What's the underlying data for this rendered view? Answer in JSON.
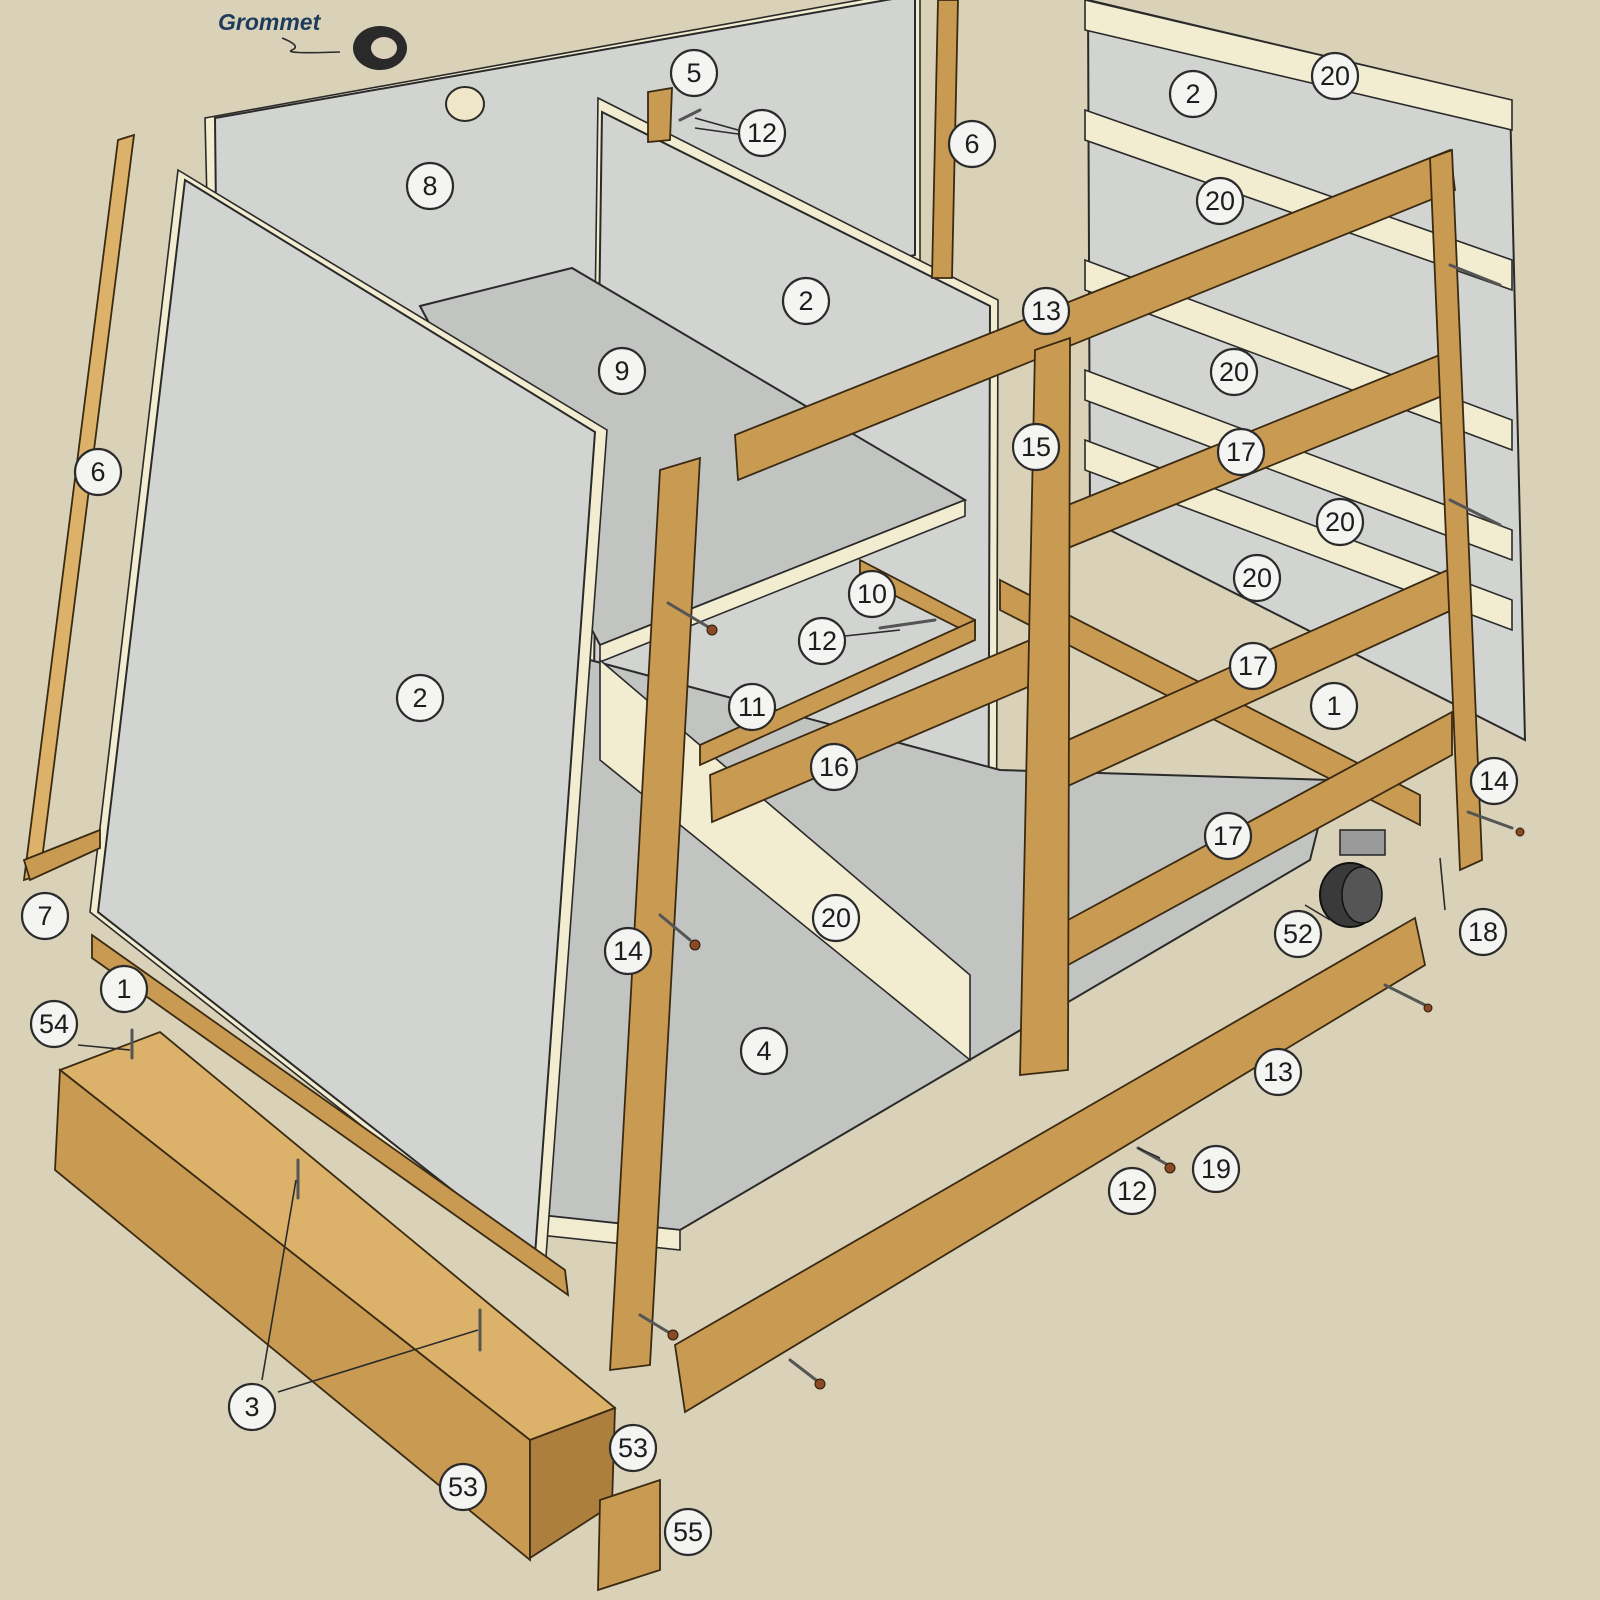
{
  "labels": {
    "grommet": "Grommet"
  },
  "colors": {
    "page_background": "#d9d2b8",
    "panel": "#d2d4d2",
    "wood": "#c99a52",
    "grommet_label": "#1e3b5c"
  },
  "callouts": [
    {
      "id": "c5",
      "text": "5"
    },
    {
      "id": "c12a",
      "text": "12"
    },
    {
      "id": "c6a",
      "text": "6"
    },
    {
      "id": "c8",
      "text": "8"
    },
    {
      "id": "c2a",
      "text": "2"
    },
    {
      "id": "c20a",
      "text": "20"
    },
    {
      "id": "c20b",
      "text": "20"
    },
    {
      "id": "c2b",
      "text": "2"
    },
    {
      "id": "c13a",
      "text": "13"
    },
    {
      "id": "c9",
      "text": "9"
    },
    {
      "id": "c6b",
      "text": "6"
    },
    {
      "id": "c15",
      "text": "15"
    },
    {
      "id": "c20c",
      "text": "20"
    },
    {
      "id": "c17a",
      "text": "17"
    },
    {
      "id": "c20d",
      "text": "20"
    },
    {
      "id": "c20e",
      "text": "20"
    },
    {
      "id": "c10",
      "text": "10"
    },
    {
      "id": "c12b",
      "text": "12"
    },
    {
      "id": "c17b",
      "text": "17"
    },
    {
      "id": "c2c",
      "text": "2"
    },
    {
      "id": "c11",
      "text": "11"
    },
    {
      "id": "c1a",
      "text": "1"
    },
    {
      "id": "c16",
      "text": "16"
    },
    {
      "id": "c14a",
      "text": "14"
    },
    {
      "id": "c17c",
      "text": "17"
    },
    {
      "id": "c7",
      "text": "7"
    },
    {
      "id": "c20f",
      "text": "20"
    },
    {
      "id": "c18",
      "text": "18"
    },
    {
      "id": "c14b",
      "text": "14"
    },
    {
      "id": "c52",
      "text": "52"
    },
    {
      "id": "c1b",
      "text": "1"
    },
    {
      "id": "c54",
      "text": "54"
    },
    {
      "id": "c4",
      "text": "4"
    },
    {
      "id": "c13b",
      "text": "13"
    },
    {
      "id": "c19",
      "text": "19"
    },
    {
      "id": "c12c",
      "text": "12"
    },
    {
      "id": "c3",
      "text": "3"
    },
    {
      "id": "c53a",
      "text": "53"
    },
    {
      "id": "c53b",
      "text": "53"
    },
    {
      "id": "c55",
      "text": "55"
    }
  ]
}
